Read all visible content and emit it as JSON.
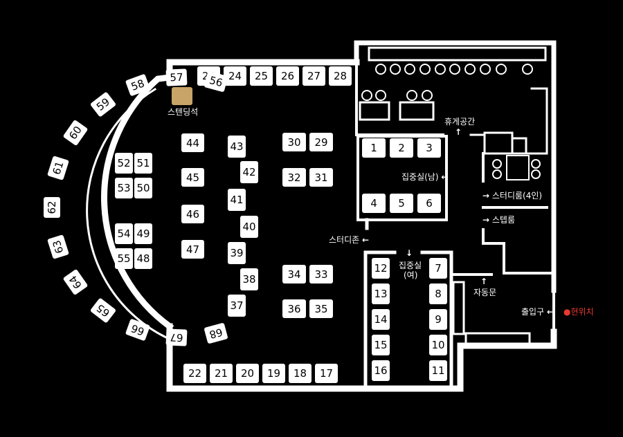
{
  "seats": {
    "top_row": [
      "23",
      "24",
      "25",
      "26",
      "27",
      "28"
    ],
    "bottom_row": [
      "22",
      "21",
      "20",
      "19",
      "18",
      "17"
    ],
    "arc": [
      "68",
      "67",
      "66",
      "65",
      "64",
      "63",
      "62",
      "61",
      "60",
      "59",
      "58",
      "57",
      "56"
    ],
    "left_pairs": [
      [
        "52",
        "51"
      ],
      [
        "53",
        "50"
      ],
      [
        "54",
        "49"
      ],
      [
        "55",
        "48"
      ]
    ],
    "col_a": [
      "44",
      "45",
      "46",
      "47"
    ],
    "col_zig": [
      "43",
      "42",
      "41",
      "40",
      "39",
      "38",
      "37"
    ],
    "right_pairs": [
      [
        "30",
        "29"
      ],
      [
        "32",
        "31"
      ],
      [
        "34",
        "33"
      ],
      [
        "36",
        "35"
      ]
    ],
    "focus_men": [
      "1",
      "2",
      "3",
      "4",
      "5",
      "6"
    ],
    "focus_women_left": [
      "12",
      "13",
      "14",
      "15",
      "16"
    ],
    "focus_women_right": [
      "7",
      "8",
      "9",
      "10",
      "11"
    ]
  },
  "labels": {
    "standing": "스텐딩석",
    "lounge": "휴게공간",
    "focus_men": "집중실(남)",
    "study_zone": "스터디존",
    "focus_women_1": "집중실",
    "focus_women_2": "(여)",
    "study_room_4": "스터디룸(4인)",
    "step_room": "스텝룸",
    "auto_door": "자동문",
    "exit": "출입구",
    "current_location": "현위치"
  },
  "colors": {
    "background": "#000000",
    "wall": "#ffffff",
    "seat": "#ffffff",
    "standing_seat": "#c9a468",
    "current_location": "#e8392e"
  }
}
